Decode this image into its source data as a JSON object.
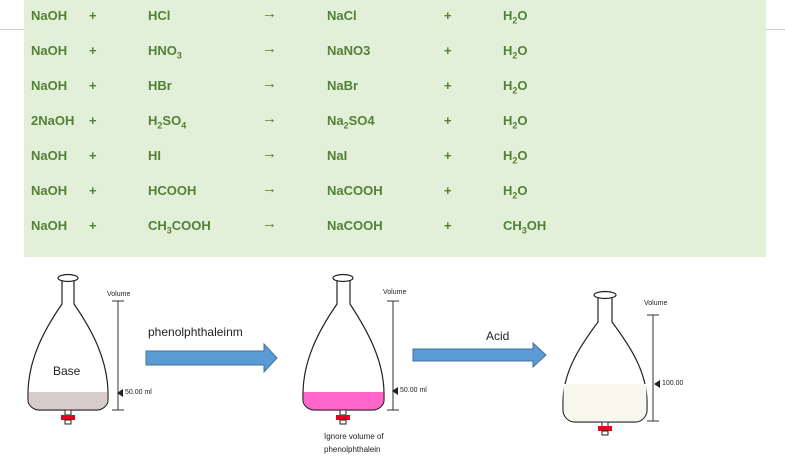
{
  "reactions": [
    {
      "base": "NaOH",
      "plus1": "+",
      "acid": [
        "HCl"
      ],
      "arrow": "→",
      "salt": [
        "NaCl"
      ],
      "plus2": "+",
      "product": [
        "H",
        "2",
        "O"
      ]
    },
    {
      "base": "NaOH",
      "plus1": "+",
      "acid": [
        "HNO",
        "3",
        ""
      ],
      "arrow": "→",
      "salt": [
        "NaNO3"
      ],
      "plus2": "+",
      "product": [
        "H",
        "2",
        "O"
      ]
    },
    {
      "base": "NaOH",
      "plus1": "+",
      "acid": [
        "HBr"
      ],
      "arrow": "→",
      "salt": [
        "NaBr"
      ],
      "plus2": "+",
      "product": [
        "H",
        "2",
        "O"
      ]
    },
    {
      "base": "2NaOH",
      "plus1": "+",
      "acid": [
        "H",
        "2",
        "SO",
        "4",
        ""
      ],
      "arrow": "→",
      "salt": [
        "Na",
        "2",
        "SO4"
      ],
      "plus2": "+",
      "product": [
        "H",
        "2",
        "O"
      ]
    },
    {
      "base": "NaOH",
      "plus1": "+",
      "acid": [
        "HI"
      ],
      "arrow": "→",
      "salt": [
        "NaI"
      ],
      "plus2": "+",
      "product": [
        "H",
        "2",
        "O"
      ]
    },
    {
      "base": "NaOH",
      "plus1": "+",
      "acid": [
        "HCOOH"
      ],
      "arrow": "→",
      "salt": [
        "NaCOOH"
      ],
      "plus2": "+",
      "product": [
        "H",
        "2",
        "O"
      ]
    },
    {
      "base": "NaOH",
      "plus1": "+",
      "acid": [
        "CH",
        "3",
        "COOH"
      ],
      "arrow": "→",
      "salt": [
        "NaCOOH"
      ],
      "plus2": "+",
      "product": [
        "CH",
        "3",
        "OH"
      ]
    }
  ],
  "diagram": {
    "base_label": "Base",
    "volume_label": "Volume",
    "flask1_reading": "50.00 ml",
    "flask2_reading": "50.00 ml",
    "flask3_reading": "100.00",
    "arrow1_label": "phenolphthaleinm",
    "arrow2_label": "Acid",
    "note_line1": "Ignore volume of",
    "note_line2": "phenolphthalein"
  },
  "colors": {
    "table_bg": "#e2efd9",
    "table_text": "#538135",
    "arrow_fill": "#5b9bd5",
    "base_liquid": "#d7cccb",
    "pink_liquid": "#ff66cc",
    "final_liquid": "#f7f7ee",
    "stopcock": "#e8001c"
  }
}
